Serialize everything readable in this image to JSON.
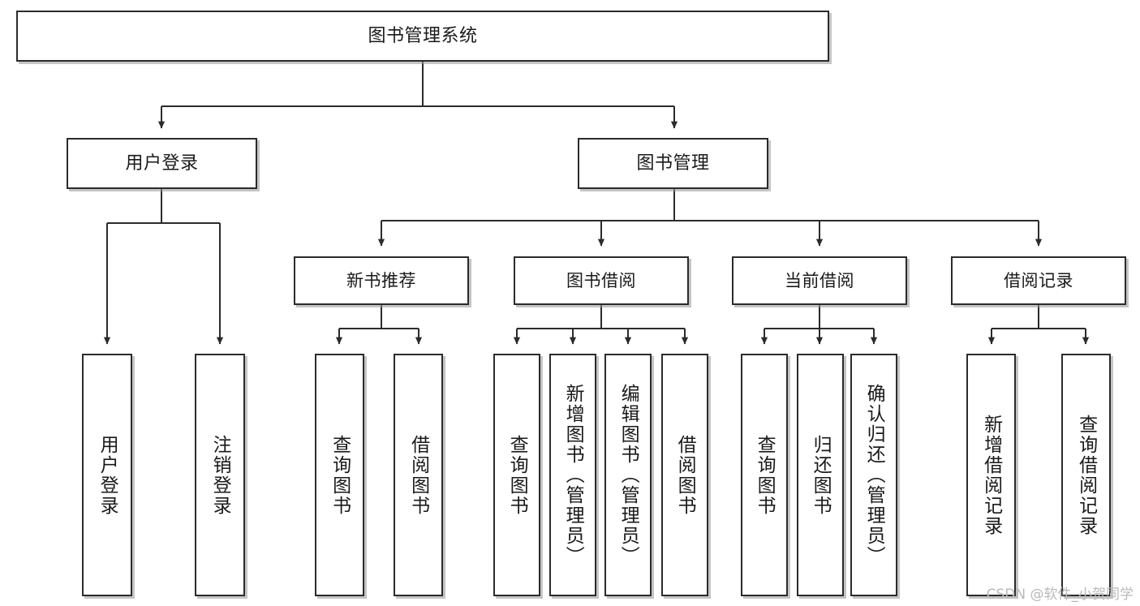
{
  "diagram": {
    "title": "图书管理系统",
    "type": "tree",
    "orientation": "top-down",
    "colors": {
      "node_border": "#2b2b2b",
      "node_fill": "#ffffff",
      "edge": "#2b2b2b",
      "shadow": "#969696",
      "watermark": "#b9b9b9",
      "background": "#ffffff"
    },
    "watermark": "CSDN @软件_小贺同学",
    "nodes": {
      "root": {
        "label": "图书管理系统"
      },
      "level2": [
        {
          "id": "user-login",
          "label": "用户登录"
        },
        {
          "id": "book-manage",
          "label": "图书管理"
        }
      ],
      "level3": [
        {
          "id": "new-book-recommend",
          "label": "新书推荐"
        },
        {
          "id": "book-borrow",
          "label": "图书借阅"
        },
        {
          "id": "current-borrow",
          "label": "当前借阅"
        },
        {
          "id": "borrow-record",
          "label": "借阅记录"
        }
      ],
      "leaves": {
        "user-login": [
          {
            "id": "leaf-user-login",
            "label": "用户登录"
          },
          {
            "id": "leaf-logout-login",
            "label": "注销登录"
          }
        ],
        "new-book-recommend": [
          {
            "id": "leaf-query-book-1",
            "label": "查询图书"
          },
          {
            "id": "leaf-borrow-book-1",
            "label": "借阅图书"
          }
        ],
        "book-borrow": [
          {
            "id": "leaf-query-book-2",
            "label": "查询图书"
          },
          {
            "id": "leaf-add-book",
            "label": "新增图书（管理员）"
          },
          {
            "id": "leaf-edit-book",
            "label": "编辑图书（管理员）"
          },
          {
            "id": "leaf-borrow-book-2",
            "label": "借阅图书"
          }
        ],
        "current-borrow": [
          {
            "id": "leaf-query-book-3",
            "label": "查询图书"
          },
          {
            "id": "leaf-return-book",
            "label": "归还图书"
          },
          {
            "id": "leaf-confirm-return",
            "label": "确认归还（管理员）"
          }
        ],
        "borrow-record": [
          {
            "id": "leaf-add-record",
            "label": "新增借阅记录"
          },
          {
            "id": "leaf-query-record",
            "label": "查询借阅记录"
          }
        ]
      }
    }
  }
}
